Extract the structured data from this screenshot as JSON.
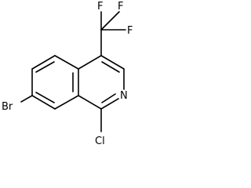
{
  "molecule": {
    "atoms": {
      "br": "Br",
      "n": "N",
      "cl": "Cl",
      "f_top_left": "F",
      "f_top_right": "F",
      "f_right": "F"
    },
    "colors": {
      "bond": "#000000",
      "label": "#000000",
      "background": "#ffffff"
    }
  }
}
